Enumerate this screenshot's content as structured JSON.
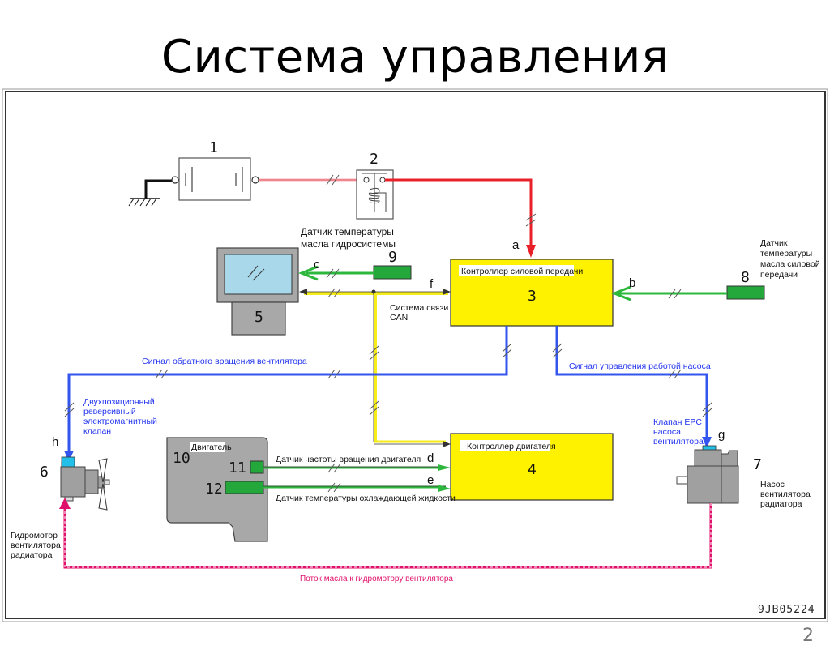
{
  "slide": {
    "title": "Система управления",
    "page_number": "2"
  },
  "diagram": {
    "drawing_code": "9JB05224",
    "components": {
      "battery": {
        "num": "1"
      },
      "relay": {
        "num": "2"
      },
      "transmission_controller": {
        "num": "3",
        "label": "Контроллер силовой передачи"
      },
      "engine_controller": {
        "num": "4",
        "label": "Контроллер двигателя"
      },
      "monitor": {
        "num": "5"
      },
      "fan_motor": {
        "num": "6",
        "label": [
          "Гидромотор",
          "вентилятора",
          "радиатора"
        ]
      },
      "fan_pump": {
        "num": "7",
        "label": [
          "Насос",
          "вентилятора",
          "радиатора"
        ]
      },
      "trans_oil_temp_sensor": {
        "num": "8",
        "label": [
          "Датчик",
          "температуры",
          "масла силовой",
          "передачи"
        ]
      },
      "hyd_oil_temp_sensor": {
        "num": "9",
        "label": [
          "Датчик температуры",
          "масла гидросистемы"
        ]
      },
      "engine": {
        "num": "10",
        "label": "Двигатель"
      },
      "engine_speed_sensor": {
        "num": "11",
        "label": "Датчик частоты вращения двигателя"
      },
      "coolant_temp_sensor": {
        "num": "12",
        "label": "Датчик температуры охлаждающей жидкости"
      }
    },
    "signals": {
      "a": "a",
      "b": "b",
      "c": "c",
      "d": "d",
      "e": "e",
      "f": "f",
      "g": "g",
      "h": "h"
    },
    "annotations": {
      "can": [
        "Система связи",
        "CAN"
      ],
      "fan_reverse_signal": "Сигнал обратного вращения вентилятора",
      "pump_control_signal": "Сигнал управления работой насоса",
      "reverse_valve": [
        "Двухпозиционный",
        "реверсивный",
        "электромагнитный",
        "клапан"
      ],
      "epc_valve": [
        "Клапан EPC",
        "насоса",
        "вентилятора"
      ],
      "oil_flow": "Поток масла к гидромотору вентилятора"
    },
    "colors": {
      "power_line": "#e8202a",
      "sensor_line": "#2db83d",
      "can_line": "#f5ec1a",
      "control_line": "#3355ee",
      "oil_line": "#e0116b",
      "controller_fill": "#fff200",
      "sensor_fill": "#24a83c",
      "component_gray": "#a8a8a8",
      "valve_cyan": "#22c0e8",
      "monitor_screen": "#a8d8ea"
    }
  }
}
